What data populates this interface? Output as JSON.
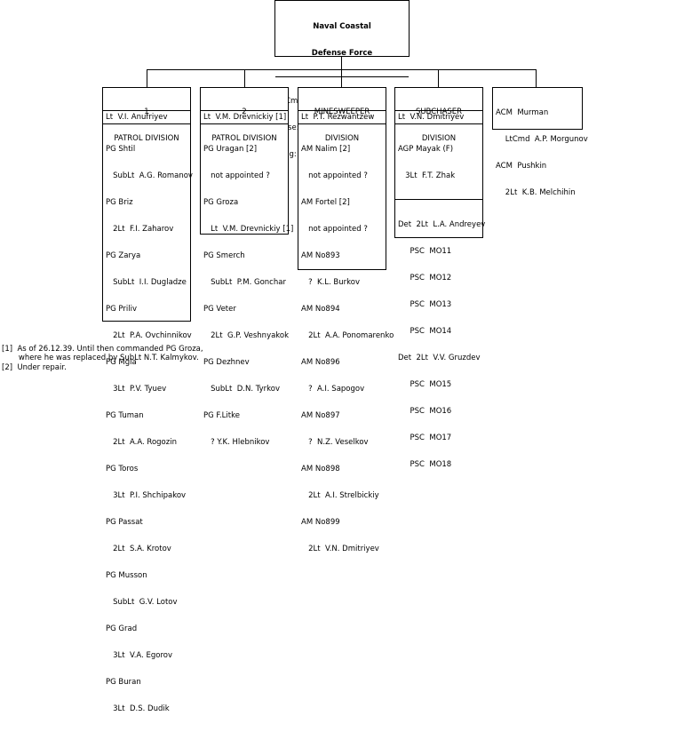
{
  "top": {
    "title_lines": [
      "Naval Coastal",
      "Defense Force"
    ],
    "info_lines": [
      "LtCmd  V.I. Platonov",
      "Base:  ?",
      "Flag:   ?"
    ]
  },
  "divisions": [
    {
      "title_lines": [
        "1",
        "PATROL DIVISION"
      ],
      "commander": "Lt  V.I. Anufriyev",
      "units": [
        "PG Shtil",
        "   SubLt  A.G. Romanov",
        "PG Briz",
        "   2Lt  F.I. Zaharov",
        "PG Zarya",
        "   SubLt  I.I. Dugladze",
        "PG Priliv",
        "   2Lt  P.A. Ovchinnikov",
        "PG Mgla",
        "   3Lt  P.V. Tyuev",
        "PG Tuman",
        "   2Lt  A.A. Rogozin",
        "PG Toros",
        "   3Lt  P.I. Shchipakov",
        "PG Passat",
        "   2Lt  S.A. Krotov",
        "PG Musson",
        "   SubLt  G.V. Lotov",
        "PG Grad",
        "   3Lt  V.A. Egorov",
        "PG Buran",
        "   3Lt  D.S. Dudik"
      ]
    },
    {
      "title_lines": [
        "2",
        "PATROL DIVISION"
      ],
      "commander": "Lt  V.M. Drevnickiy [1]",
      "units": [
        "PG Uragan [2]",
        "   not appointed ?",
        "PG Groza",
        "   Lt  V.M. Drevnickiy [1]",
        "PG Smerch",
        "   SubLt  P.M. Gonchar",
        "PG Veter",
        "   2Lt  G.P. Veshnyakok",
        "PG Dezhnev",
        "   SubLt  D.N. Tyrkov",
        "PG F.Litke",
        "   ? Y.K. Hlebnikov"
      ]
    },
    {
      "title_lines": [
        "MINESWEEPER",
        "DIVISION"
      ],
      "commander": "Lt  P.T. Rezwantzew",
      "units": [
        "AM Nalim [2]",
        "   not appointed ?",
        "AM Fortel [2]",
        "   not appointed ?",
        "AM No893",
        "   ?  K.L. Burkov",
        "AM No894",
        "   2Lt  A.A. Ponomarenko",
        "AM No896",
        "   ?  A.I. Sapogov",
        "AM No897",
        "   ?  N.Z. Veselkov",
        "AM No898",
        "   2Lt  A.I. Strelbickiy",
        "AM No899",
        "   2Lt  V.N. Dmitriyev"
      ]
    },
    {
      "title_lines": [
        "SUBCHASER",
        "DIVISION"
      ],
      "commander": "Lt  V.N. Dmitriyev",
      "flagship": [
        "AGP Mayak (F)",
        "   3Lt  F.T. Zhak"
      ],
      "units": [
        "Det  2Lt  L.A. Andreyev",
        "     PSC  MO11",
        "     PSC  MO12",
        "     PSC  MO13",
        "     PSC  MO14",
        "Det  2Lt  V.V. Gruzdev",
        "     PSC  MO15",
        "     PSC  MO16",
        "     PSC  MO17",
        "     PSC  MO18"
      ]
    }
  ],
  "independent": {
    "lines": [
      "ACM  Murman",
      "    LtCmd  A.P. Morgunov",
      "ACM  Pushkin",
      "    2Lt  K.B. Melchihin"
    ]
  },
  "footnotes": [
    "[1]  As of 26.12.39. Until then commanded PG Groza,",
    "       where he was replaced by SubLt N.T. Kalmykov.",
    "[2]  Under repair."
  ]
}
